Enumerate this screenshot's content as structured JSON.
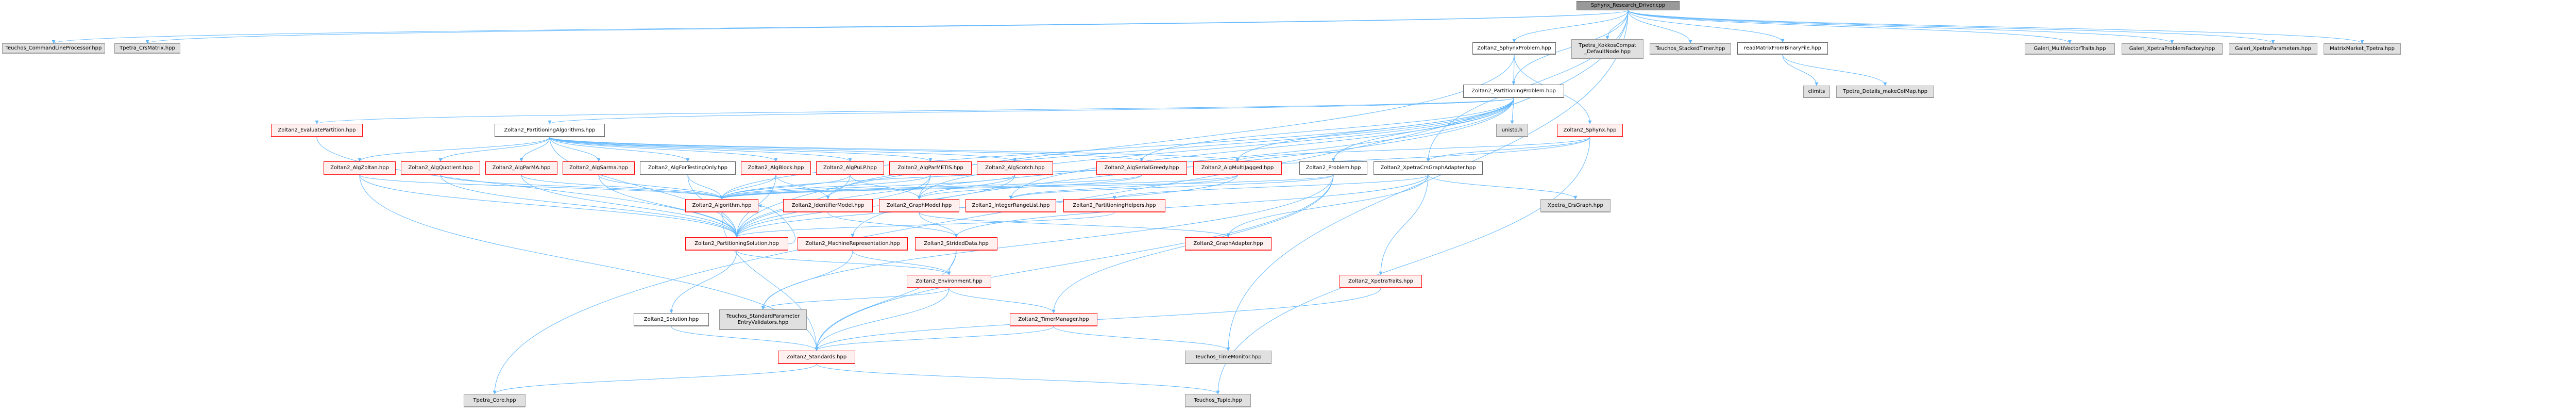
{
  "graph": {
    "edge_color": "#63b8ff",
    "nodes": {
      "root": {
        "label": "Sphynx_Research_Driver.cpp",
        "kind": "root"
      },
      "cmdline": {
        "label": "Teuchos_CommandLineProcessor.hpp",
        "kind": "ext"
      },
      "crsmatrix": {
        "label": "Tpetra_CrsMatrix.hpp",
        "kind": "ext"
      },
      "sphynxproblem": {
        "label": "Zoltan2_SphynxProblem.hpp",
        "kind": "plain"
      },
      "kokkoscompat": {
        "label": "Tpetra_KokkosCompat\n_DefaultNode.hpp",
        "kind": "ext"
      },
      "stackedtimer": {
        "label": "Teuchos_StackedTimer.hpp",
        "kind": "ext"
      },
      "readmatrix": {
        "label": "readMatrixFromBinaryFile.hpp",
        "kind": "plain"
      },
      "multivectortraits": {
        "label": "Galeri_MultiVectorTraits.hpp",
        "kind": "ext"
      },
      "xpetraproblemfactory": {
        "label": "Galeri_XpetraProblemFactory.hpp",
        "kind": "ext"
      },
      "xpetraparameters": {
        "label": "Galeri_XpetraParameters.hpp",
        "kind": "ext"
      },
      "matrixmarket": {
        "label": "MatrixMarket_Tpetra.hpp",
        "kind": "ext"
      },
      "partproblem": {
        "label": "Zoltan2_PartitioningProblem.hpp",
        "kind": "plain"
      },
      "climits": {
        "label": "climits",
        "kind": "ext"
      },
      "makecolmap": {
        "label": "Tpetra_Details_makeColMap.hpp",
        "kind": "ext"
      },
      "evalpartition": {
        "label": "Zoltan2_EvaluatePartition.hpp",
        "kind": "red"
      },
      "partalgorithms": {
        "label": "Zoltan2_PartitioningAlgorithms.hpp",
        "kind": "plain"
      },
      "unistd": {
        "label": "unistd.h",
        "kind": "ext"
      },
      "sphynx": {
        "label": "Zoltan2_Sphynx.hpp",
        "kind": "red"
      },
      "algzoltan": {
        "label": "Zoltan2_AlgZoltan.hpp",
        "kind": "red"
      },
      "algquotient": {
        "label": "Zoltan2_AlgQuotient.hpp",
        "kind": "red"
      },
      "algparma": {
        "label": "Zoltan2_AlgParMA.hpp",
        "kind": "red"
      },
      "algsarma": {
        "label": "Zoltan2_AlgSarma.hpp",
        "kind": "red"
      },
      "algfortesting": {
        "label": "Zoltan2_AlgForTestingOnly.hpp",
        "kind": "plain"
      },
      "algblock": {
        "label": "Zoltan2_AlgBlock.hpp",
        "kind": "red"
      },
      "algpulp": {
        "label": "Zoltan2_AlgPuLP.hpp",
        "kind": "red"
      },
      "algparmetis": {
        "label": "Zoltan2_AlgParMETIS.hpp",
        "kind": "red"
      },
      "algscotch": {
        "label": "Zoltan2_AlgScotch.hpp",
        "kind": "red"
      },
      "algserialgreedy": {
        "label": "Zoltan2_AlgSerialGreedy.hpp",
        "kind": "red"
      },
      "algmultijagged": {
        "label": "Zoltan2_AlgMultiJagged.hpp",
        "kind": "red"
      },
      "problem": {
        "label": "Zoltan2_Problem.hpp",
        "kind": "plain"
      },
      "xpetracrsgraphadapter": {
        "label": "Zoltan2_XpetraCrsGraphAdapter.hpp",
        "kind": "plain"
      },
      "algorithm": {
        "label": "Zoltan2_Algorithm.hpp",
        "kind": "red"
      },
      "identifiermodel": {
        "label": "Zoltan2_IdentifierModel.hpp",
        "kind": "red"
      },
      "graphmodel": {
        "label": "Zoltan2_GraphModel.hpp",
        "kind": "red"
      },
      "integerrangelist": {
        "label": "Zoltan2_IntegerRangeList.hpp",
        "kind": "red"
      },
      "partitioninghelpers": {
        "label": "Zoltan2_PartitioningHelpers.hpp",
        "kind": "red"
      },
      "xpetracrsgraph": {
        "label": "Xpetra_CrsGraph.hpp",
        "kind": "ext"
      },
      "graphadapter": {
        "label": "Zoltan2_GraphAdapter.hpp",
        "kind": "red"
      },
      "partsolution": {
        "label": "Zoltan2_PartitioningSolution.hpp",
        "kind": "red"
      },
      "machinerep": {
        "label": "Zoltan2_MachineRepresentation.hpp",
        "kind": "red"
      },
      "strideddata": {
        "label": "Zoltan2_StridedData.hpp",
        "kind": "red"
      },
      "xpetratraits": {
        "label": "Zoltan2_XpetraTraits.hpp",
        "kind": "red"
      },
      "environment": {
        "label": "Zoltan2_Environment.hpp",
        "kind": "red"
      },
      "solution": {
        "label": "Zoltan2_Solution.hpp",
        "kind": "plain"
      },
      "paramvalidators": {
        "label": "Teuchos_StandardParameter\nEntryValidators.hpp",
        "kind": "ext"
      },
      "timermanager": {
        "label": "Zoltan2_TimerManager.hpp",
        "kind": "red"
      },
      "timemonitor": {
        "label": "Teuchos_TimeMonitor.hpp",
        "kind": "ext"
      },
      "standards": {
        "label": "Zoltan2_Standards.hpp",
        "kind": "red"
      },
      "tpetracore": {
        "label": "Tpetra_Core.hpp",
        "kind": "ext"
      },
      "teuchostuple": {
        "label": "Teuchos_Tuple.hpp",
        "kind": "ext"
      }
    },
    "edges": [
      [
        "root",
        "cmdline"
      ],
      [
        "root",
        "crsmatrix"
      ],
      [
        "root",
        "sphynxproblem"
      ],
      [
        "root",
        "partproblem"
      ],
      [
        "root",
        "kokkoscompat"
      ],
      [
        "root",
        "stackedtimer"
      ],
      [
        "root",
        "readmatrix"
      ],
      [
        "root",
        "multivectortraits"
      ],
      [
        "root",
        "xpetraproblemfactory"
      ],
      [
        "root",
        "xpetraparameters"
      ],
      [
        "root",
        "matrixmarket"
      ],
      [
        "root",
        "tpetracore"
      ],
      [
        "root",
        "xpetracrsgraphadapter"
      ],
      [
        "root",
        "timemonitor"
      ],
      [
        "sphynxproblem",
        "partproblem"
      ],
      [
        "sphynxproblem",
        "sphynx"
      ],
      [
        "sphynxproblem",
        "partsolution"
      ],
      [
        "readmatrix",
        "climits"
      ],
      [
        "readmatrix",
        "makecolmap"
      ],
      [
        "partproblem",
        "evalpartition"
      ],
      [
        "partproblem",
        "partalgorithms"
      ],
      [
        "partproblem",
        "unistd"
      ],
      [
        "partproblem",
        "problem"
      ],
      [
        "partproblem",
        "algserialgreedy"
      ],
      [
        "partproblem",
        "algmultijagged"
      ],
      [
        "partproblem",
        "partsolution"
      ],
      [
        "partproblem",
        "graphmodel"
      ],
      [
        "partproblem",
        "identifiermodel"
      ],
      [
        "partproblem",
        "integerrangelist"
      ],
      [
        "partproblem",
        "machinerep"
      ],
      [
        "partproblem",
        "algorithm"
      ],
      [
        "evalpartition",
        "partsolution"
      ],
      [
        "partalgorithms",
        "algzoltan"
      ],
      [
        "partalgorithms",
        "algquotient"
      ],
      [
        "partalgorithms",
        "algparma"
      ],
      [
        "partalgorithms",
        "algsarma"
      ],
      [
        "partalgorithms",
        "algfortesting"
      ],
      [
        "partalgorithms",
        "algblock"
      ],
      [
        "partalgorithms",
        "algpulp"
      ],
      [
        "partalgorithms",
        "algparmetis"
      ],
      [
        "partalgorithms",
        "algscotch"
      ],
      [
        "partalgorithms",
        "algserialgreedy"
      ],
      [
        "partalgorithms",
        "algmultijagged"
      ],
      [
        "partalgorithms",
        "partsolution"
      ],
      [
        "sphynx",
        "algmultijagged"
      ],
      [
        "sphynx",
        "xpetracrsgraphadapter"
      ],
      [
        "sphynx",
        "algorithm"
      ],
      [
        "sphynx",
        "teuchostuple"
      ],
      [
        "algzoltan",
        "algorithm"
      ],
      [
        "algzoltan",
        "partsolution"
      ],
      [
        "algzoltan",
        "standards"
      ],
      [
        "algquotient",
        "algorithm"
      ],
      [
        "algquotient",
        "partsolution"
      ],
      [
        "algparma",
        "algorithm"
      ],
      [
        "algparma",
        "partsolution"
      ],
      [
        "algsarma",
        "algorithm"
      ],
      [
        "algsarma",
        "partsolution"
      ],
      [
        "algfortesting",
        "algorithm"
      ],
      [
        "algfortesting",
        "partsolution"
      ],
      [
        "algblock",
        "algorithm"
      ],
      [
        "algblock",
        "partsolution"
      ],
      [
        "algblock",
        "identifiermodel"
      ],
      [
        "algpulp",
        "algorithm"
      ],
      [
        "algpulp",
        "partsolution"
      ],
      [
        "algpulp",
        "graphmodel"
      ],
      [
        "algparmetis",
        "algorithm"
      ],
      [
        "algparmetis",
        "partsolution"
      ],
      [
        "algparmetis",
        "graphmodel"
      ],
      [
        "algscotch",
        "algorithm"
      ],
      [
        "algscotch",
        "partsolution"
      ],
      [
        "algscotch",
        "graphmodel"
      ],
      [
        "algserialgreedy",
        "algorithm"
      ],
      [
        "algserialgreedy",
        "graphmodel"
      ],
      [
        "algmultijagged",
        "algorithm"
      ],
      [
        "algmultijagged",
        "integerrangelist"
      ],
      [
        "algmultijagged",
        "partsolution"
      ],
      [
        "problem",
        "algorithm"
      ],
      [
        "problem",
        "integerrangelist"
      ],
      [
        "problem",
        "timermanager"
      ],
      [
        "problem",
        "standards"
      ],
      [
        "problem",
        "paramvalidators"
      ],
      [
        "xpetracrsgraphadapter",
        "xpetracrsgraph"
      ],
      [
        "xpetracrsgraphadapter",
        "graphadapter"
      ],
      [
        "xpetracrsgraphadapter",
        "xpetratraits"
      ],
      [
        "xpetracrsgraphadapter",
        "partitioninghelpers"
      ],
      [
        "xpetracrsgraphadapter",
        "strideddata"
      ],
      [
        "algorithm",
        "partsolution"
      ],
      [
        "algorithm",
        "standards"
      ],
      [
        "identifiermodel",
        "strideddata"
      ],
      [
        "graphmodel",
        "strideddata"
      ],
      [
        "graphmodel",
        "graphadapter"
      ],
      [
        "partitioninghelpers",
        "partsolution"
      ],
      [
        "partsolution",
        "algorithm"
      ],
      [
        "partsolution",
        "solution"
      ],
      [
        "partsolution",
        "environment"
      ],
      [
        "machinerep",
        "environment"
      ],
      [
        "machinerep",
        "paramvalidators"
      ],
      [
        "strideddata",
        "environment"
      ],
      [
        "strideddata",
        "standards"
      ],
      [
        "xpetratraits",
        "standards"
      ],
      [
        "environment",
        "timermanager"
      ],
      [
        "environment",
        "paramvalidators"
      ],
      [
        "environment",
        "standards"
      ],
      [
        "solution",
        "standards"
      ],
      [
        "timermanager",
        "standards"
      ],
      [
        "timermanager",
        "timemonitor"
      ],
      [
        "standards",
        "tpetracore"
      ],
      [
        "standards",
        "teuchostuple"
      ]
    ]
  }
}
